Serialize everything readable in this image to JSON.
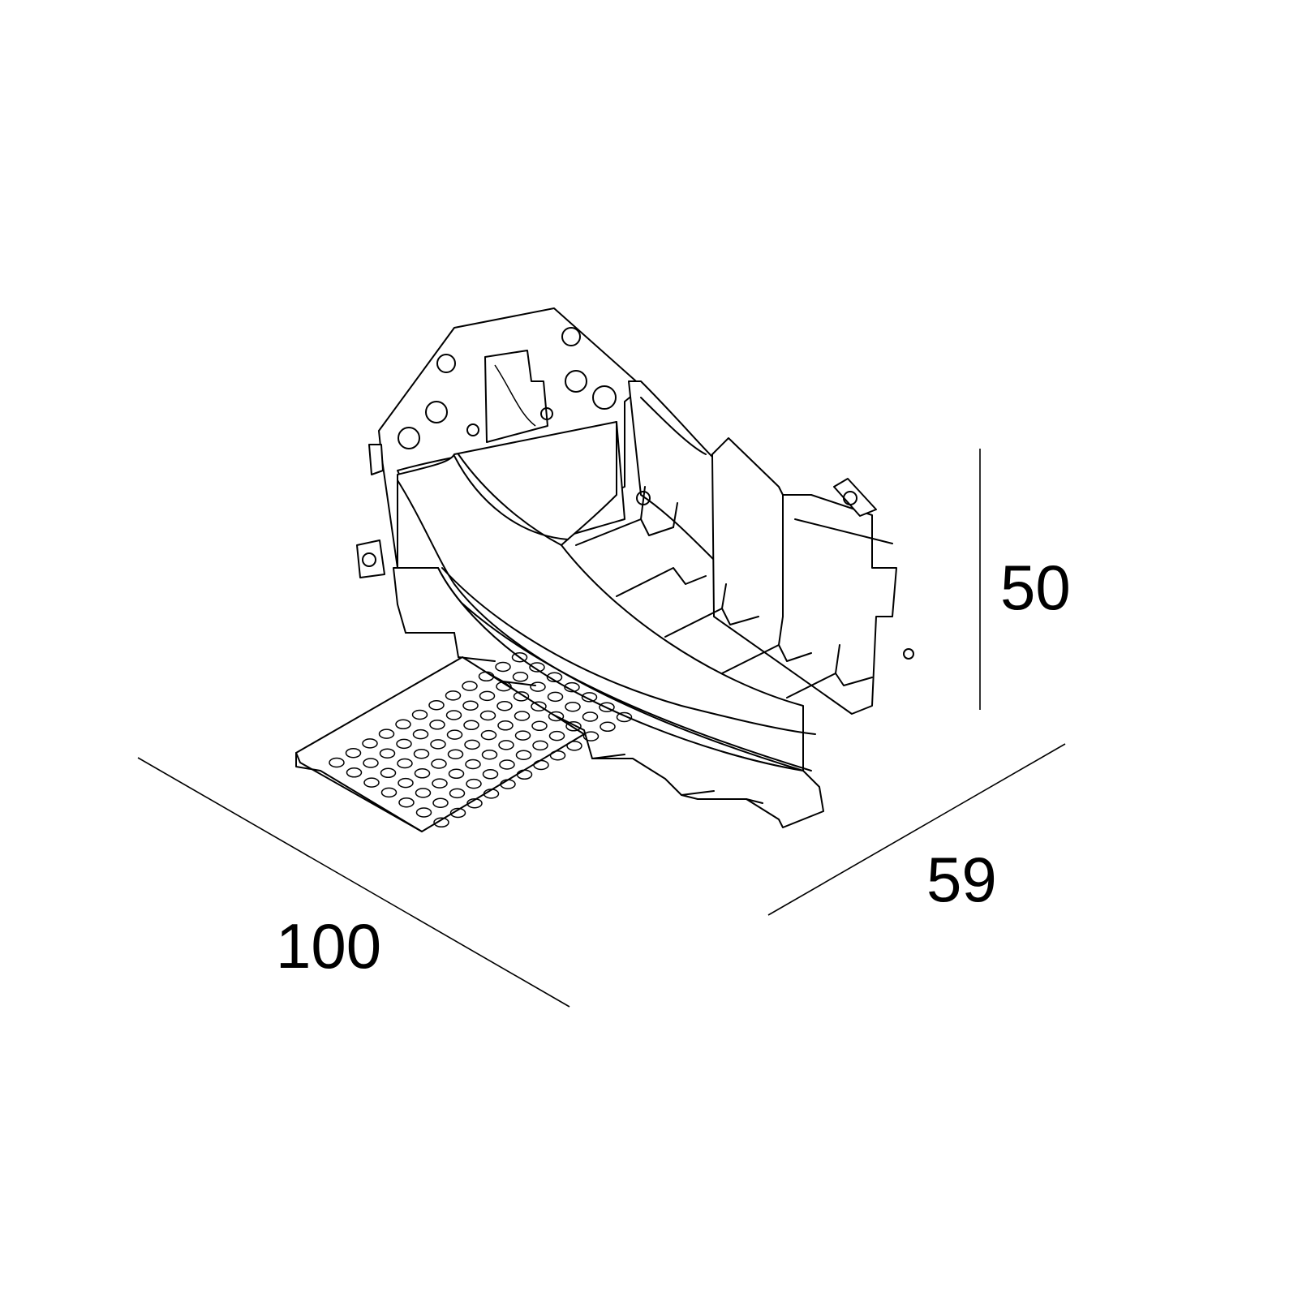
{
  "dimensions": {
    "length": "100",
    "depth": "59",
    "height": "50"
  },
  "perforation": {
    "rows": 7,
    "cols": 12
  }
}
